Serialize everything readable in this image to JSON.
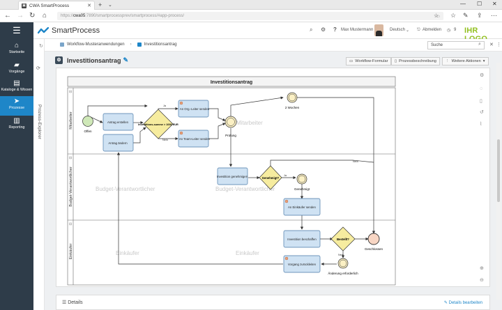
{
  "browser": {
    "tab_title": "CWA SmartProcess",
    "url_prefix": "https://",
    "url_host": "cwa05",
    "url_rest": ":7890/smartprocessprev/smartprocess/#app-process/"
  },
  "app": {
    "name": "SmartProcess",
    "user": "Max Mustermann",
    "language": "Deutsch",
    "logout": "Abmelden",
    "help": "9",
    "brand": "IHR LOGO"
  },
  "sidebar": [
    {
      "label": "Startseite",
      "icon": "home-icon"
    },
    {
      "label": "Vorgänge",
      "icon": "folder-icon"
    },
    {
      "label": "Kataloge & Wissen",
      "icon": "book-icon"
    },
    {
      "label": "Prozesse",
      "icon": "process-icon"
    },
    {
      "label": "Reporting",
      "icon": "chart-icon"
    }
  ],
  "explorer": {
    "label": "Prozess-Explorer"
  },
  "breadcrumb": [
    "Workflow-Musteranwendungen",
    "Investitionsantrag"
  ],
  "search": {
    "placeholder": "Suche"
  },
  "page": {
    "title": "Investitionsantrag"
  },
  "buttons": {
    "form": "Workflow-Formular",
    "desc": "Prozessbeschreibung",
    "more": "Weitere Aktionen"
  },
  "details": {
    "label": "Details",
    "edit": "Details bearbeiten"
  },
  "diagram": {
    "pool": "Investitionsantrag",
    "lanes": [
      "Mitarbeiter",
      "Budget-Verantwortlicher",
      "Einkäufer"
    ],
    "watermarks": [
      "Mitarbeiter",
      "Budget-Verantwortlicher",
      "Budget-Verantwortlicher",
      "Einkäufer",
      "Einkäufer"
    ],
    "events": {
      "start": "Offen",
      "timer": "2 Wochen",
      "intermediate": "Prüfung",
      "approved": "Genehmigt",
      "change": "Änderung erforderlich",
      "end": "Geschlossen"
    },
    "tasks": {
      "create": "Antrag erstellen",
      "edit": "Antrag ändern",
      "send_org": "An Org.-Leiter senden",
      "send_team": "An Team-Leiter senden",
      "approve": "Investition genehmigen",
      "send_buyer": "An Einkäufer senden",
      "buy": "Investition beschaffen",
      "return": "Vorgang zurückleiten"
    },
    "gateways": {
      "sum": "Investitions-summe > 1000 EUR",
      "ok": "Genehmigt?",
      "done": "Bestellt?"
    },
    "flows": {
      "yes": "Ja",
      "no": "Nein"
    }
  }
}
